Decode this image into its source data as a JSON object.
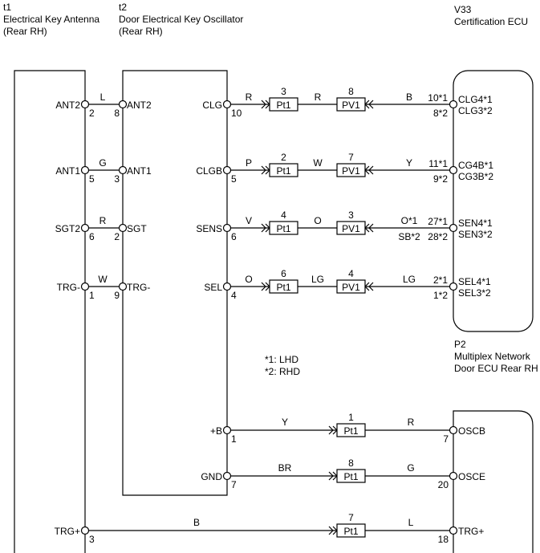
{
  "components": {
    "t1": {
      "code": "t1",
      "name": "Electrical Key Antenna",
      "location": "(Rear RH)"
    },
    "t2": {
      "code": "t2",
      "name": "Door Electrical Key Oscillator",
      "location": "(Rear RH)"
    },
    "v33": {
      "code": "V33",
      "name": "Certification ECU"
    },
    "p2": {
      "code": "P2",
      "name": "Multiplex Network",
      "name2": "Door ECU Rear RH"
    }
  },
  "t1_t2_links": [
    {
      "t1_name": "ANT2",
      "t1_pin": "2",
      "wire": "L",
      "t2_pin": "8",
      "t2_name": "ANT2"
    },
    {
      "t1_name": "ANT1",
      "t1_pin": "5",
      "wire": "G",
      "t2_pin": "3",
      "t2_name": "ANT1"
    },
    {
      "t1_name": "SGT2",
      "t1_pin": "6",
      "wire": "R",
      "t2_pin": "2",
      "t2_name": "SGT"
    },
    {
      "t1_name": "TRG-",
      "t1_pin": "1",
      "wire": "W",
      "t2_pin": "9",
      "t2_name": "TRG-"
    }
  ],
  "t2_v33_links": [
    {
      "t2_name": "CLG",
      "t2_pin": "10",
      "wire1": "R",
      "pt_pin": "3",
      "pt": "Pt1",
      "wire2": "R",
      "pv_pin": "8",
      "pv": "PV1",
      "wire3": "B",
      "wire3b": "",
      "ecu_pin1": "10*1",
      "ecu_pin2": "8*2",
      "ecu_name1": "CLG4*1",
      "ecu_name2": "CLG3*2"
    },
    {
      "t2_name": "CLGB",
      "t2_pin": "5",
      "wire1": "P",
      "pt_pin": "2",
      "pt": "Pt1",
      "wire2": "W",
      "pv_pin": "7",
      "pv": "PV1",
      "wire3": "Y",
      "wire3b": "",
      "ecu_pin1": "11*1",
      "ecu_pin2": "9*2",
      "ecu_name1": "CG4B*1",
      "ecu_name2": "CG3B*2"
    },
    {
      "t2_name": "SENS",
      "t2_pin": "6",
      "wire1": "V",
      "pt_pin": "4",
      "pt": "Pt1",
      "wire2": "O",
      "pv_pin": "3",
      "pv": "PV1",
      "wire3": "O*1",
      "wire3b": "SB*2",
      "ecu_pin1": "27*1",
      "ecu_pin2": "28*2",
      "ecu_name1": "SEN4*1",
      "ecu_name2": "SEN3*2"
    },
    {
      "t2_name": "SEL",
      "t2_pin": "4",
      "wire1": "O",
      "pt_pin": "6",
      "pt": "Pt1",
      "wire2": "LG",
      "pv_pin": "4",
      "pv": "PV1",
      "wire3": "LG",
      "wire3b": "",
      "ecu_pin1": "2*1",
      "ecu_pin2": "1*2",
      "ecu_name1": "SEL4*1",
      "ecu_name2": "SEL3*2"
    }
  ],
  "notes": [
    "*1: LHD",
    "*2: RHD"
  ],
  "p2_links": [
    {
      "src_name": "+B",
      "src_pin": "1",
      "wire1": "Y",
      "pt_pin": "1",
      "pt": "Pt1",
      "wire2": "R",
      "p2_pin": "7",
      "p2_name": "OSCB"
    },
    {
      "src_name": "GND",
      "src_pin": "7",
      "wire1": "BR",
      "pt_pin": "8",
      "pt": "Pt1",
      "wire2": "G",
      "p2_pin": "20",
      "p2_name": "OSCE"
    },
    {
      "src_name": "TRG+",
      "src_pin": "3",
      "wire1": "B",
      "pt_pin": "7",
      "pt": "Pt1",
      "wire2": "L",
      "p2_pin": "18",
      "p2_name": "TRG+"
    }
  ]
}
